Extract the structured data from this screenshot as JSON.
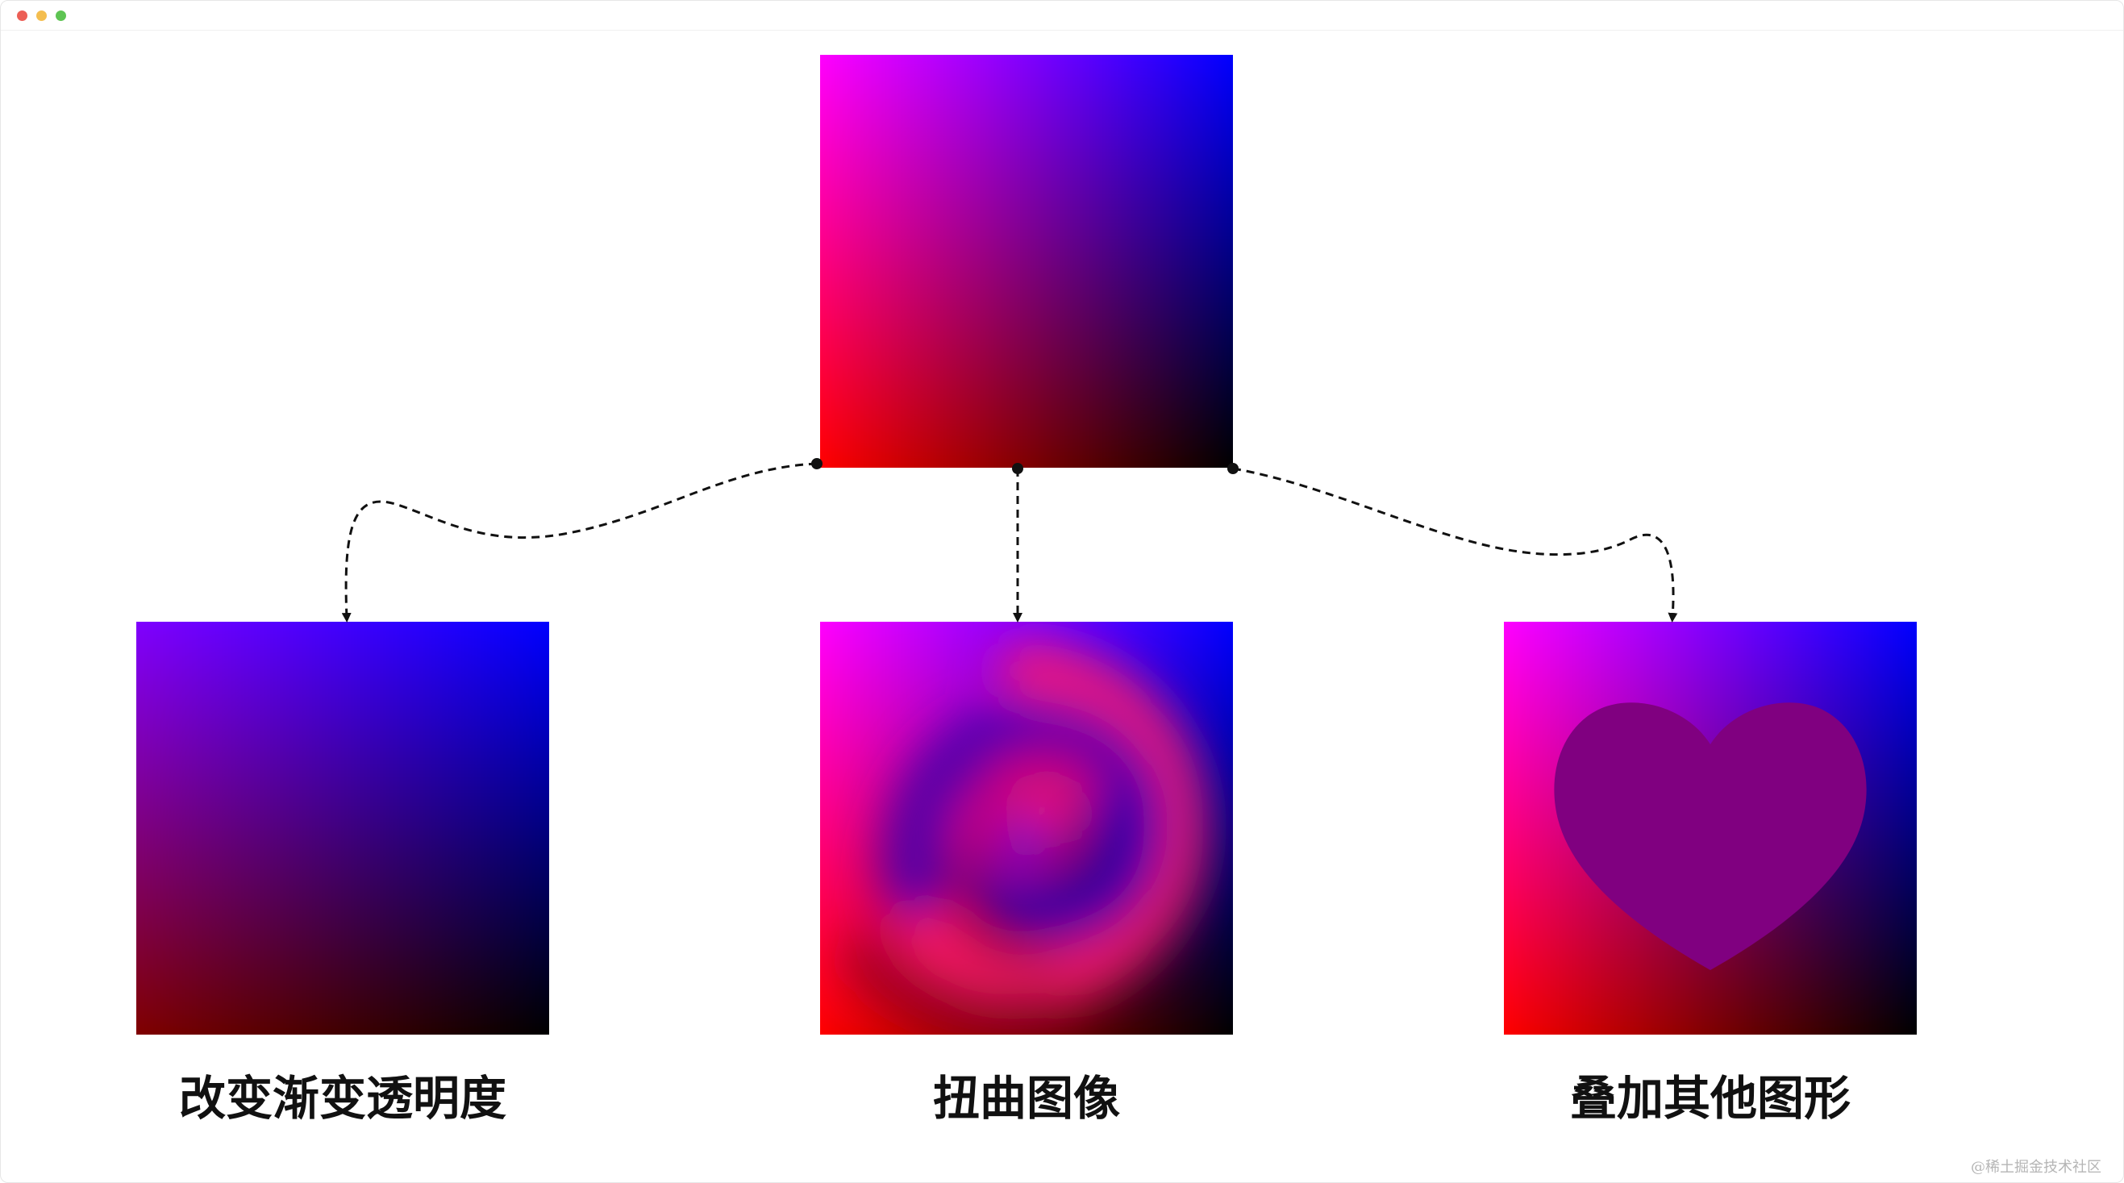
{
  "window": {
    "traffic_lights": {
      "close_color": "#ec5f56",
      "minimize_color": "#f4be4f",
      "maximize_color": "#5ec453"
    }
  },
  "colors": {
    "corner_top_left": "#ff00ff",
    "corner_top_right": "#0000ff",
    "corner_bottom_left": "#ff0000",
    "corner_bottom_right": "#000000",
    "heart_fill": "#800080",
    "arrow_stroke": "#111111"
  },
  "source": {
    "description": "four-corner color gradient square"
  },
  "outputs": [
    {
      "id": "opacity",
      "caption": "改变渐变透明度"
    },
    {
      "id": "twist",
      "caption": "扭曲图像"
    },
    {
      "id": "overlay",
      "caption": "叠加其他图形"
    }
  ],
  "watermark": "@稀土掘金技术社区"
}
